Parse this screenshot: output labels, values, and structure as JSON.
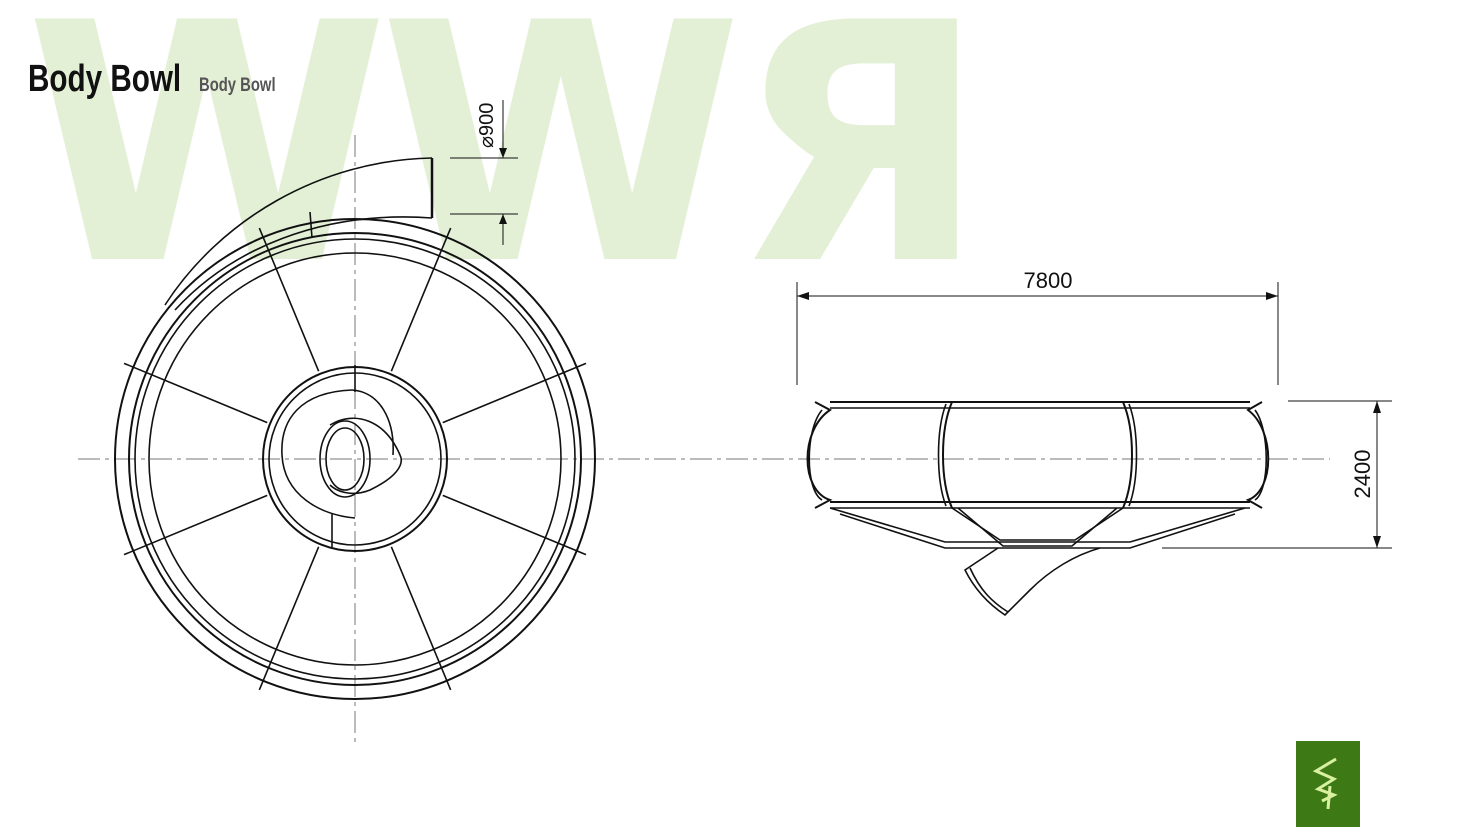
{
  "watermark": "WWЯ",
  "title": {
    "main": "Body Bowl",
    "sub": "Body Bowl"
  },
  "dimensions": {
    "diameter": "⌀900",
    "width": "7800",
    "height": "2400"
  },
  "colors": {
    "line": "#111111",
    "watermark": "#e3f0d6",
    "logo_bg": "#3d7a16",
    "logo_mark": "#d9f0a0"
  },
  "logo": {
    "icon": "company-logo-icon"
  }
}
